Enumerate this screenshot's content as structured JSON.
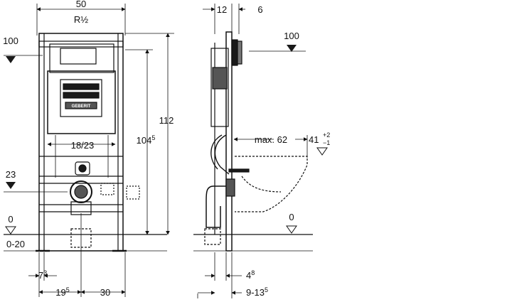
{
  "front_view": {
    "width_label": "50",
    "connection_label": "R½",
    "level_top": "100",
    "level_23": "23",
    "level_zero": "0",
    "floor_range": "0-20",
    "height_total": "112",
    "height_inner": "104",
    "height_inner_sup": "5",
    "flush_spacing": "18/23",
    "bottom_left_small": "7",
    "bottom_left_small_sup": "3",
    "bottom_left": "19",
    "bottom_left_sup": "5",
    "bottom_right": "30",
    "brand": "GEBERIT"
  },
  "side_view": {
    "top_left": "12",
    "top_right": "6",
    "level_top": "100",
    "max_projection": "max. 62",
    "seat_height": "41",
    "seat_tol_plus": "+2",
    "seat_tol_minus": "−1",
    "level_zero": "0",
    "bottom_small": "4",
    "bottom_small_sup": "8",
    "bottom_range": "9-13",
    "bottom_range_sup": "5"
  },
  "colors": {
    "line": "#111111",
    "fill_dark": "#1a1a1a",
    "fill_mid": "#555555",
    "bg": "#ffffff"
  }
}
